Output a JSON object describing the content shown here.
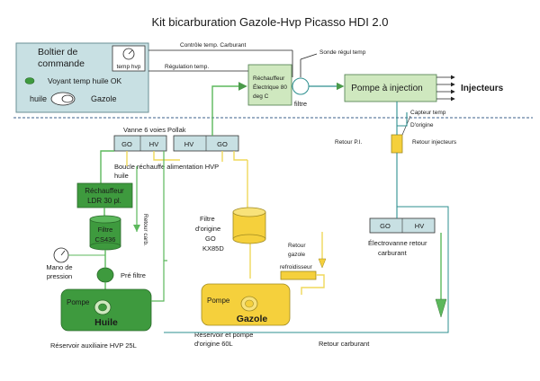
{
  "title": "Kit bicarburation  Gazole-Hvp Picasso HDI 2.0",
  "control_box": {
    "title_line1": "Boltier de",
    "title_line2": "commande",
    "gauge_label": "temp hvp",
    "indicator_label": "Voyant temp huile OK",
    "switch_left": "huile",
    "switch_right": "Gazole"
  },
  "signals": {
    "control_temp": "Contrôle temp. Carburant",
    "regulation_temp": "Régulation temp.",
    "probe": "Sonde régul temp"
  },
  "heater_electric": {
    "line1": "Réchauffeur",
    "line2": "Électrique  80",
    "line3": "deg C"
  },
  "filter_label": "filtre",
  "injection_pump": "Pompe à injection",
  "injectors": "Injecteurs",
  "temp_sensor": {
    "line1": "Capteur temp",
    "line2": "D'origine"
  },
  "return_pi": "Retour P.I.",
  "return_injectors": "Retour injecteurs",
  "valve_6way": {
    "label": "Vanne 6 voies Pollak",
    "left_a": "GO",
    "left_b": "HV",
    "right_a": "HV",
    "right_b": "GO"
  },
  "loop_label": {
    "line1": "Boucle réchauffe  alimentation HVP",
    "line2": "huile"
  },
  "heater_ldr": {
    "line1": "Réchauffeur",
    "line2": "LDR 30 pl."
  },
  "filter_cs": {
    "line1": "Filtre",
    "line2": "CS436"
  },
  "return_carb_vertical": "Retour carb.",
  "gauge": {
    "line1": "Mano de",
    "line2": "pression"
  },
  "prefilter": "Pré filtre",
  "aux_tank": {
    "pump": "Pompe",
    "fluid": "Huile",
    "caption": "Réservoir auxiliaire HVP 25L"
  },
  "original_filter": {
    "line1": "Filtre",
    "line2": "d'origine",
    "line3": "GO",
    "line4": "KX85D"
  },
  "return_diesel": {
    "line1": "Retour",
    "line2": "gazole"
  },
  "cooler": "refroidisseur",
  "main_tank": {
    "pump": "Pompe",
    "fluid": "Gazole",
    "caption_line1": "Réservoir et pompe",
    "caption_line2": "d'origine 60L"
  },
  "solenoid_valve": {
    "left": "GO",
    "right": "HV",
    "line1": "Électrovanne retour",
    "line2": "carburant"
  },
  "return_fuel": "Retour carburant",
  "colors": {
    "control_fill": "#c8e0e3",
    "green_fill": "#3e9a3e",
    "light_green_fill": "#cfe8bf",
    "yellow_fill": "#f5d03c",
    "yellow_line": "#f0d85a",
    "green_line": "#5cb85c",
    "teal_line": "#2d8f8f",
    "dashed_line": "#3b5f8a"
  }
}
